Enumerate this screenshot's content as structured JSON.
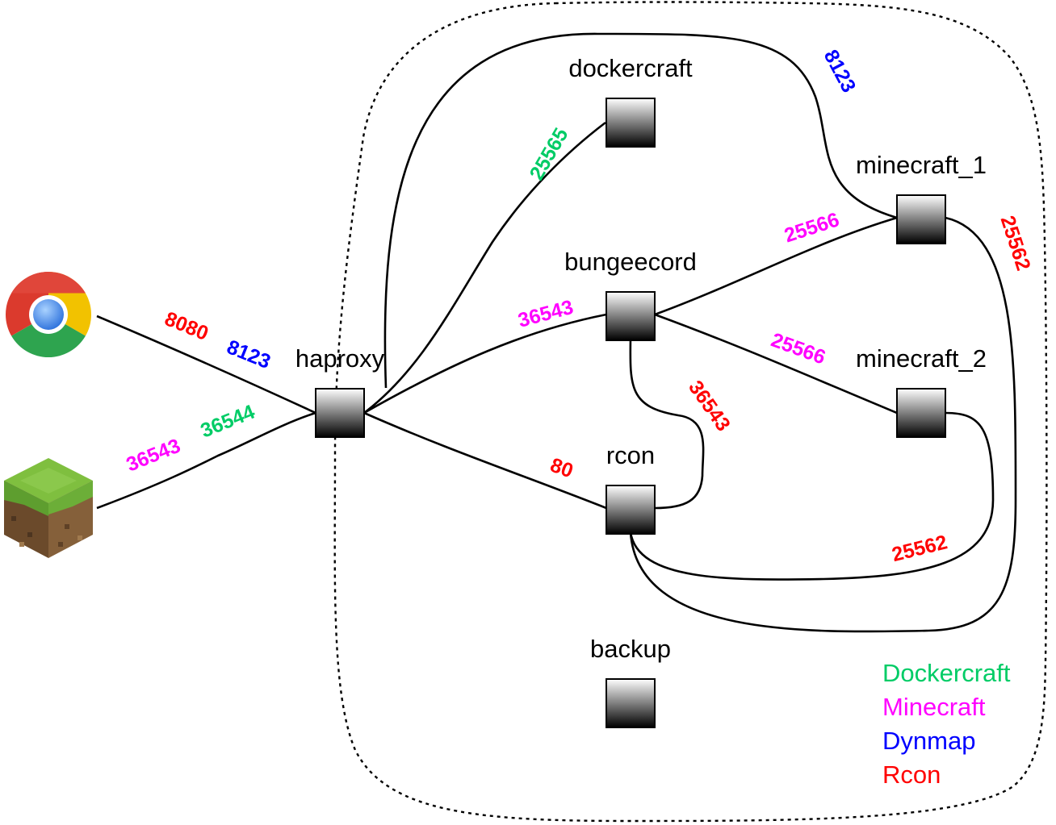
{
  "colors": {
    "dockercraft": "#00cc66",
    "minecraft": "#ff00ff",
    "dynmap": "#0000ff",
    "rcon": "#ff0000",
    "line": "#000000"
  },
  "nodes": {
    "haproxy": "haproxy",
    "dockercraft": "dockercraft",
    "bungeecord": "bungeecord",
    "rcon": "rcon",
    "backup": "backup",
    "minecraft_1": "minecraft_1",
    "minecraft_2": "minecraft_2"
  },
  "clients": {
    "browser_icon": "chrome-browser-icon",
    "game_icon": "minecraft-grass-block-icon"
  },
  "ports": {
    "browser_http": "8080",
    "browser_dynmap": "8123",
    "game_minecraft": "36543",
    "game_dockercraft": "36544",
    "haproxy_to_dockercraft": "25565",
    "haproxy_to_bungeecord": "36543",
    "haproxy_to_rcon": "80",
    "haproxy_to_minecraft1_dynmap": "8123",
    "bungeecord_to_minecraft1": "25566",
    "bungeecord_to_minecraft2": "25566",
    "rcon_to_bungeecord": "36543",
    "rcon_to_minecraft1": "25562",
    "rcon_to_minecraft2": "25562"
  },
  "legend": {
    "dockercraft": "Dockercraft",
    "minecraft": "Minecraft",
    "dynmap": "Dynmap",
    "rcon": "Rcon"
  }
}
